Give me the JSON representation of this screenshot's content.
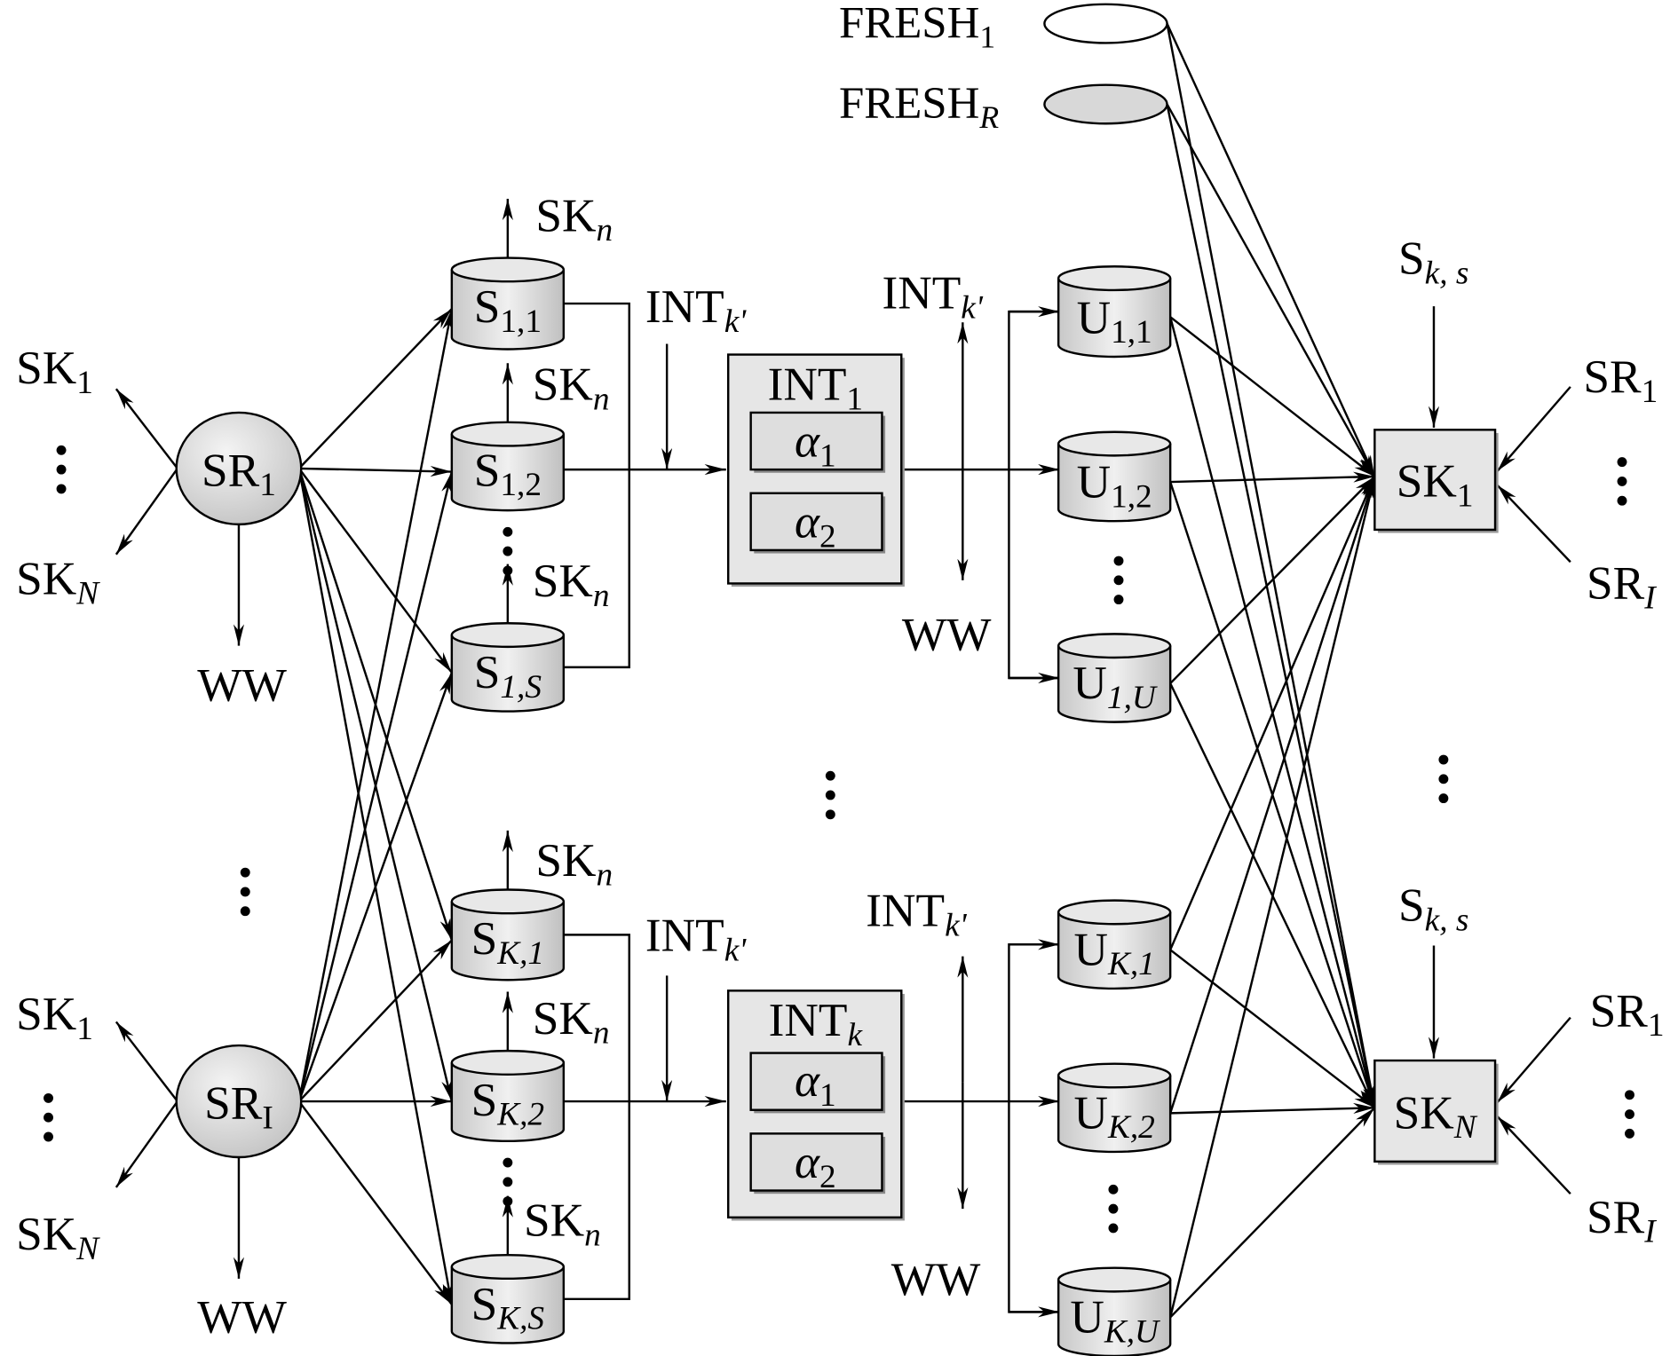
{
  "colors": {
    "node_fill": "#dcdcdc",
    "box_fill": "#e6e6e6",
    "line": "#000000",
    "fresh1_fill": "#ffffff",
    "freshR_fill": "#d8d8d8"
  },
  "labels": {
    "sr1": {
      "main": "SR",
      "sub": "1"
    },
    "sri": {
      "main": "SR",
      "sub": "I"
    },
    "sk1_a": {
      "main": "SK",
      "sub": "1"
    },
    "skN_a": {
      "main": "SK",
      "sub": "N",
      "it": true
    },
    "ww_a": {
      "main": "WW"
    },
    "sk1_b": {
      "main": "SK",
      "sub": "1"
    },
    "skN_b": {
      "main": "SK",
      "sub": "N",
      "it": true
    },
    "ww_b": {
      "main": "WW"
    },
    "s11": {
      "main": "S",
      "sub": "1,1"
    },
    "s12": {
      "main": "S",
      "sub": "1,2"
    },
    "s1S": {
      "main": "S",
      "sub": "1,S",
      "it": true
    },
    "sK1": {
      "main": "S",
      "sub": "K,1",
      "it": true
    },
    "sK2": {
      "main": "S",
      "sub": "K,2",
      "it": true
    },
    "sKS": {
      "main": "S",
      "sub": "K,S",
      "it": true
    },
    "skn1": {
      "main": "SK",
      "sub": "n",
      "it": true
    },
    "skn2": {
      "main": "SK",
      "sub": "n",
      "it": true
    },
    "skn3": {
      "main": "SK",
      "sub": "n",
      "it": true
    },
    "skn4": {
      "main": "SK",
      "sub": "n",
      "it": true
    },
    "skn5": {
      "main": "SK",
      "sub": "n",
      "it": true
    },
    "skn6": {
      "main": "SK",
      "sub": "n",
      "it": true
    },
    "intk1": {
      "main": "INT",
      "sub": "k'",
      "it": true
    },
    "intk2": {
      "main": "INT",
      "sub": "k'",
      "it": true
    },
    "intk3": {
      "main": "INT",
      "sub": "k'",
      "it": true
    },
    "intk4": {
      "main": "INT",
      "sub": "k'",
      "it": true
    },
    "int1": {
      "main": "INT",
      "sub": "1"
    },
    "intk": {
      "main": "INT",
      "sub": "k",
      "it": true
    },
    "a11": {
      "main": "α",
      "sub": "1",
      "mainIt": true
    },
    "a12": {
      "main": "α",
      "sub": "2",
      "mainIt": true
    },
    "a21": {
      "main": "α",
      "sub": "1",
      "mainIt": true
    },
    "a22": {
      "main": "α",
      "sub": "2",
      "mainIt": true
    },
    "ww_c": {
      "main": "WW"
    },
    "ww_d": {
      "main": "WW"
    },
    "u11": {
      "main": "U",
      "sub": "1,1"
    },
    "u12": {
      "main": "U",
      "sub": "1,2"
    },
    "u1U": {
      "main": "U",
      "sub": "1,U",
      "it": true
    },
    "uK1": {
      "main": "U",
      "sub": "K,1",
      "it": true
    },
    "uK2": {
      "main": "U",
      "sub": "K,2",
      "it": true
    },
    "uKU": {
      "main": "U",
      "sub": "K,U",
      "it": true
    },
    "sks1": {
      "main": "S",
      "sub": "k, s",
      "it": true
    },
    "sks2": {
      "main": "S",
      "sub": "k, s",
      "it": true
    },
    "sk1box": {
      "main": "SK",
      "sub": "1"
    },
    "skNbox": {
      "main": "SK",
      "sub": "N",
      "it": true
    },
    "sr1_r1": {
      "main": "SR",
      "sub": "1"
    },
    "sri_r1": {
      "main": "SR",
      "sub": "I",
      "it": true
    },
    "sr1_r2": {
      "main": "SR",
      "sub": "1"
    },
    "sri_r2": {
      "main": "SR",
      "sub": "I",
      "it": true
    },
    "fresh1": {
      "main": "FRESH",
      "sub": "1"
    },
    "freshR": {
      "main": "FRESH",
      "sub": "R",
      "it": true
    }
  },
  "edges": {
    "sources_to_stores": {
      "from": [
        "SR1",
        "SRI"
      ],
      "to": [
        "s11",
        "s12",
        "s1S",
        "sK1",
        "sK2",
        "sKS"
      ]
    },
    "users_to_sinks": {
      "from": [
        "u11",
        "u12",
        "u1U",
        "uK1",
        "uK2",
        "uKU"
      ],
      "to": [
        "SK1",
        "SKN"
      ]
    },
    "fresh_to_sinks": {
      "from": [
        "fresh1",
        "freshR"
      ],
      "to": [
        "SK1",
        "SKN"
      ]
    }
  }
}
